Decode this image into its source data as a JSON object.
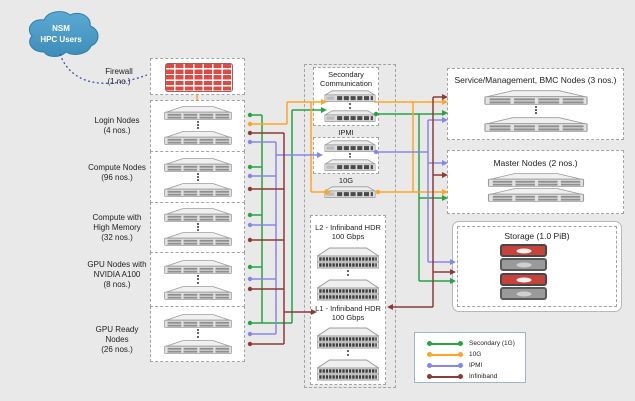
{
  "cloud": {
    "line1": "NSM",
    "line2": "HPC Users"
  },
  "firewall": {
    "label": "Firewall",
    "count": "(1 no.)"
  },
  "left_groups": [
    {
      "label": "Login Nodes",
      "count": "(4 nos.)"
    },
    {
      "label": "Compute Nodes",
      "count": "(96 nos.)"
    },
    {
      "label": "Compute with High Memory",
      "count": "(32 nos.)"
    },
    {
      "label": "GPU Nodes with NVIDIA A100",
      "count": "(8 nos.)"
    },
    {
      "label": "GPU Ready Nodes",
      "count": "(26 nos.)"
    }
  ],
  "middle": {
    "secondary": "Secondary Communication",
    "ipmi": "IPMI",
    "ten_g": "10G",
    "l2": "L2 - Infiniband HDR 100 Gbps",
    "l1": "L1 - Infiniband HDR 100 Gbps"
  },
  "right_groups": {
    "service": "Service/Management, BMC Nodes (3 nos.)",
    "master": "Master Nodes (2 nos.)",
    "storage": "Storage (1.0 PiB)"
  },
  "legend": {
    "items": [
      {
        "label": "Secondary (1G)",
        "color": "#27a343"
      },
      {
        "label": "10G",
        "color": "#ffa524"
      },
      {
        "label": "IPMI",
        "color": "#8587e8"
      },
      {
        "label": "Infiniband",
        "color": "#8e3b35"
      }
    ]
  },
  "colors": {
    "secondary_green": "#27a343",
    "ten_g_orange": "#ffa524",
    "ipmi_purple": "#8587e8",
    "infiniband_red": "#8e3b35",
    "cloud_blue": "#4d9ec9",
    "firewall_red": "#de4b45"
  }
}
